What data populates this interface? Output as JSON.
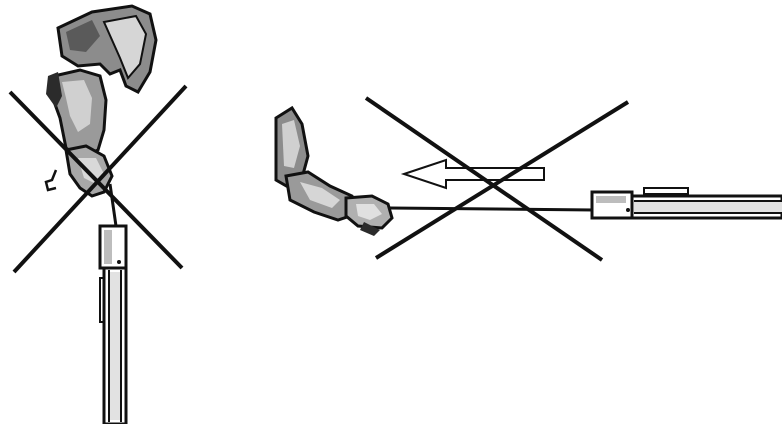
{
  "figure": {
    "panels": [
      {
        "id": "hanging-device",
        "depicts": [
          "hand-holding-cable",
          "cable",
          "elongated-device"
        ],
        "marker": "prohibited-cross"
      },
      {
        "id": "pulling-cable",
        "depicts": [
          "hand-pulling-cable",
          "pull-direction-arrow",
          "cable",
          "elongated-device"
        ],
        "marker": "prohibited-cross"
      }
    ],
    "colors": {
      "background": "#ffffff",
      "ink": "#111111",
      "skin_shade": "#8c8c8c",
      "skin_light": "#cfcfcf",
      "device_shade": "#bdbdbd"
    }
  }
}
